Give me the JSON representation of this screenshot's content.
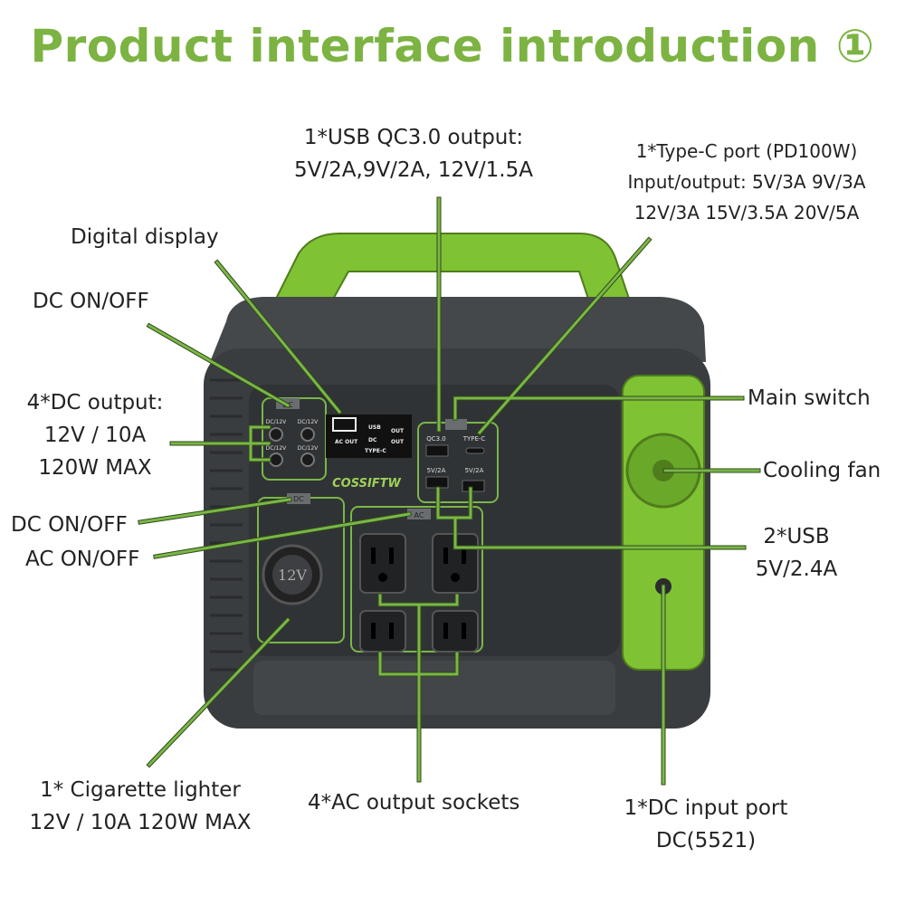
{
  "title": "Product interface introduction ①",
  "labels": {
    "usb_qc": [
      "1*USB QC3.0 output:",
      "5V/2A,9V/2A, 12V/1.5A"
    ],
    "type_c": [
      "1*Type-C port (PD100W)",
      "Input/output: 5V/3A 9V/3A",
      "12V/3A 15V/3.5A 20V/5A"
    ],
    "digital_display": "Digital display",
    "dc_onoff_top": "DC ON/OFF",
    "dc_output": [
      "4*DC output:",
      "12V / 10A",
      "120W MAX"
    ],
    "dc_onoff": "DC ON/OFF",
    "ac_onoff": "AC ON/OFF",
    "main_switch": "Main switch",
    "cooling_fan": "Cooling fan",
    "usb2": [
      "2*USB",
      "5V/2.4A"
    ],
    "cigarette": [
      "1* Cigarette lighter",
      "12V / 10A 120W MAX"
    ],
    "ac_sockets": "4*AC output sockets",
    "dc_input": [
      "1*DC input port",
      "DC(5521)"
    ]
  },
  "device": {
    "brand": "COSSIFTW",
    "dc_button": "DC",
    "ac_button": "AC",
    "dc_port_label": "DC/12V",
    "display": {
      "usb": "USB",
      "dc": "DC",
      "typec": "TYPE-C",
      "out": "OUT",
      "ac_out": "AC OUT"
    },
    "qc_label": "QC3.0",
    "typec_label": "TYPE-C",
    "usb_label": "5V/2A",
    "lighter_label": "12V"
  },
  "colors": {
    "accent": "#7cb342",
    "body": "#3a3d40",
    "line": "#7ab648"
  }
}
